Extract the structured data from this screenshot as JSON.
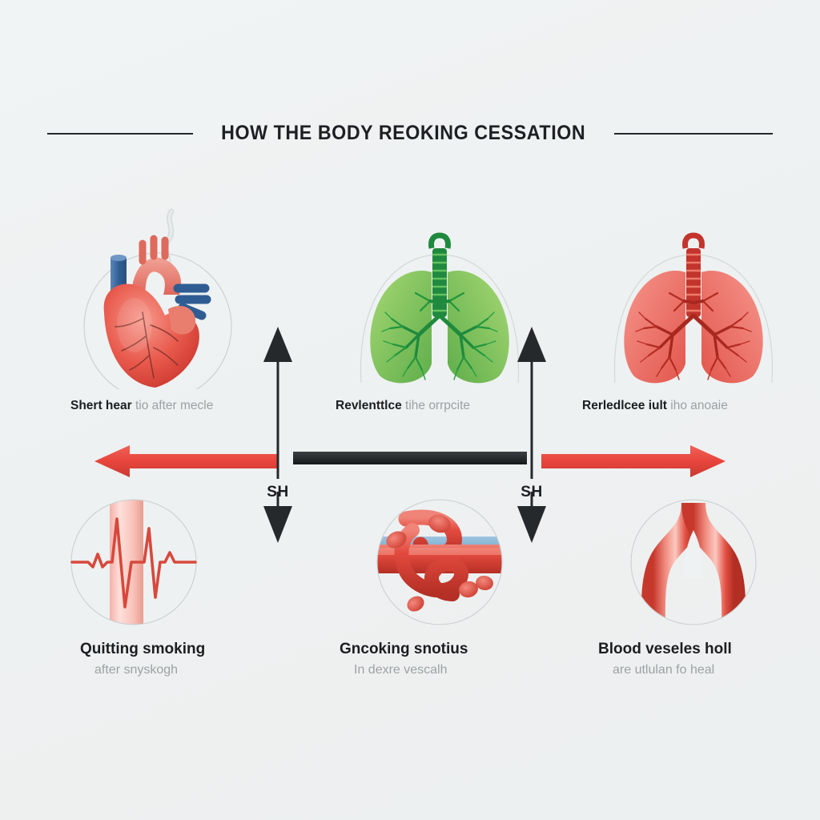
{
  "poster": {
    "title": "HOW THE BODY REOKING CESSATION",
    "background_color": "#eff2f2",
    "accent_red": "#e8453c",
    "accent_dark": "#2b2f31",
    "text_dark": "#1b1e20",
    "text_muted": "#9ba2a4"
  },
  "top_row": [
    {
      "illustration": "anatomical-heart-with-smoke",
      "caption_strong": "Shert hear",
      "caption_soft": "tio after mecle"
    },
    {
      "illustration": "green-healthy-lungs",
      "caption_strong": "Revlenttlce",
      "caption_soft": "tihe orrpcite"
    },
    {
      "illustration": "red-lungs",
      "caption_strong": "Rerledlcee iult",
      "caption_soft": "iho anoaie"
    }
  ],
  "bottom_row": [
    {
      "illustration": "ecg-heartbeat-over-vessel",
      "caption_strong": "Quitting smoking",
      "caption_soft": "after snyskogh"
    },
    {
      "illustration": "blood-vessel-knot-with-cells",
      "caption_strong": "Gncoking snotius",
      "caption_soft": "In dexre vescalh"
    },
    {
      "illustration": "branching-blood-vessel",
      "caption_strong": "Blood veseles holl",
      "caption_soft": "are utlulan fo heal"
    }
  ],
  "arrows": {
    "left_horizontal": {
      "direction": "left",
      "color": "#e8453c"
    },
    "center_bar": {
      "direction": "none",
      "color": "#2b2f31"
    },
    "right_horizontal": {
      "direction": "right",
      "color": "#e8453c"
    },
    "vertical_left": {
      "label": "SH",
      "direction": "up-down",
      "color": "#26292b"
    },
    "vertical_right": {
      "label": "SH",
      "direction": "up-down",
      "color": "#26292b"
    }
  }
}
